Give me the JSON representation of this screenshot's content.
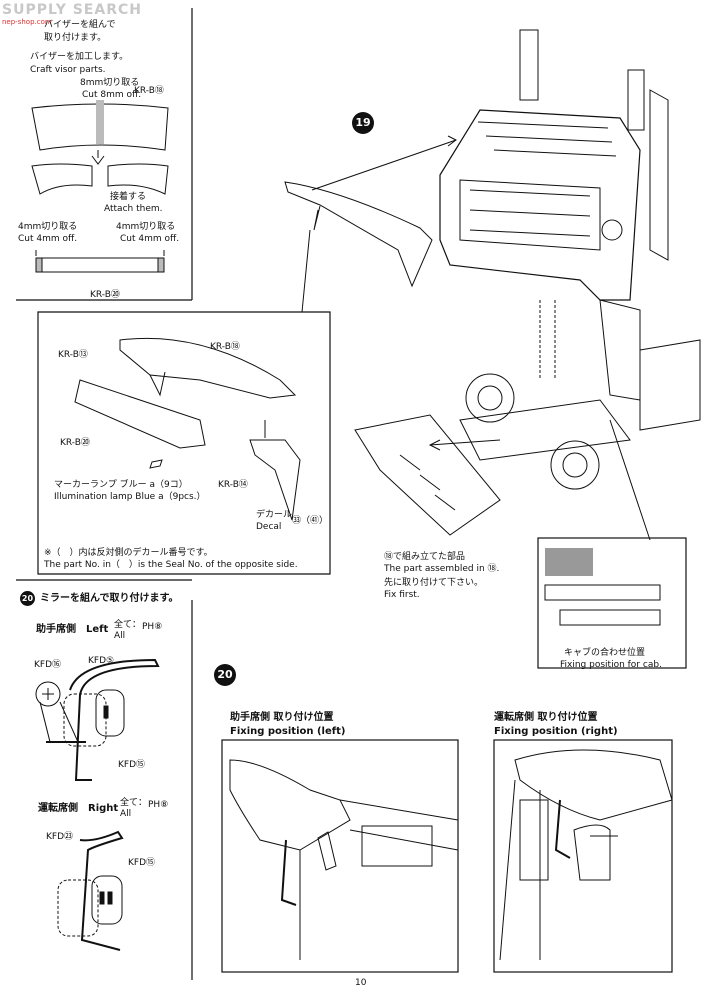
{
  "watermark": {
    "text": "SUPPLY SEARCH",
    "sub": "nep-shop.com"
  },
  "visor": {
    "title_jp": "バイザーを組んで",
    "title_jp2": "取り付けます。",
    "craft_jp": "バイザーを加工します。",
    "craft_en": "Craft visor parts.",
    "cut8_jp": "8mm切り取る",
    "cut8_en": "Cut 8mm off.",
    "part18": "KR-B⑱",
    "attach_jp": "接着する",
    "attach_en": "Attach them.",
    "cut4l_jp": "4mm切り取る",
    "cut4l_en": "Cut 4mm off.",
    "cut4r_jp": "4mm切り取る",
    "cut4r_en": "Cut 4mm off.",
    "part20": "KR-B⑳"
  },
  "step19": {
    "number": "19",
    "kr13": "KR-B⑬",
    "kr18": "KR-B⑱",
    "kr20": "KR-B⑳",
    "kr14": "KR-B⑭",
    "lamp_jp": "マーカーランプ ブルー a（9コ）",
    "lamp_en": "Illumination lamp Blue a（9pcs.）",
    "decal_jp": "デカール",
    "decal_en": "Decal",
    "decal_nums": "㉝（㊶）",
    "note_jp": "※（　）内は反対側のデカール番号です。",
    "note_en": "The part No. in（　）is the Seal No. of the opposite side.",
    "asm_jp": "⑱で組み立てた部品",
    "asm_en": "The part assembled in ⑱.",
    "first_jp": "先に取り付けて下さい。",
    "first_en": "Fix first.",
    "cab_jp": "キャブの合わせ位置",
    "cab_en": "Fixing position for cab."
  },
  "mirror": {
    "number": "20",
    "title_jp": "ミラーを組んで取り付けます。",
    "left_jp": "助手席側",
    "left_en": "Left",
    "all_jp": "全て：",
    "all_en": "All",
    "all_code": "PH⑧",
    "kfd16": "KFD⑯",
    "kfd5": "KFD⑤",
    "kfd15": "KFD⑮",
    "right_jp": "運転席側",
    "right_en": "Right",
    "kfd23": "KFD㉓",
    "kfd15b": "KFD⑮"
  },
  "step20": {
    "number": "20",
    "left_jp": "助手席側 取り付け位置",
    "left_en": "Fixing position (left)",
    "right_jp": "運転席側 取り付け位置",
    "right_en": "Fixing position (right)"
  },
  "page_number": "10"
}
